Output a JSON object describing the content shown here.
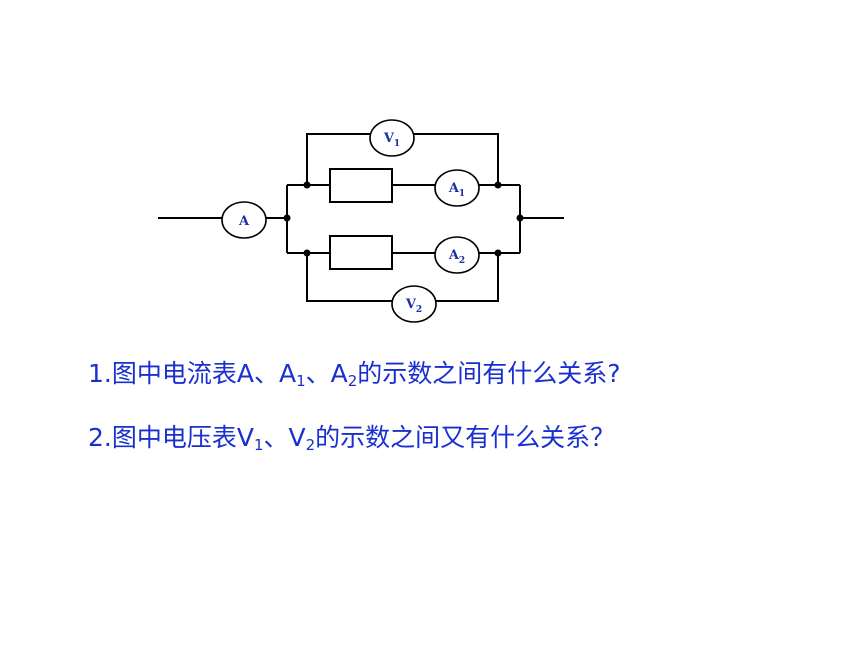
{
  "circuit": {
    "meters": {
      "A": {
        "letter": "A",
        "sub": ""
      },
      "A1": {
        "letter": "A",
        "sub": "1"
      },
      "A2": {
        "letter": "A",
        "sub": "2"
      },
      "V1": {
        "letter": "V",
        "sub": "1"
      },
      "V2": {
        "letter": "V",
        "sub": "2"
      }
    }
  },
  "questions": {
    "q1": {
      "prefix": "1.图中电流表A、A",
      "sub1": "1",
      "mid": "、A",
      "sub2": "2",
      "suffix": "的示数之间有什么关系?"
    },
    "q2": {
      "prefix": "2.图中电压表V",
      "sub1": "1",
      "mid": "、V",
      "sub2": "2",
      "suffix": "的示数之间又有什么关系？"
    }
  },
  "colors": {
    "text": "#1a2fd0",
    "meter_label": "#1a2fa8",
    "wire": "#000000"
  }
}
